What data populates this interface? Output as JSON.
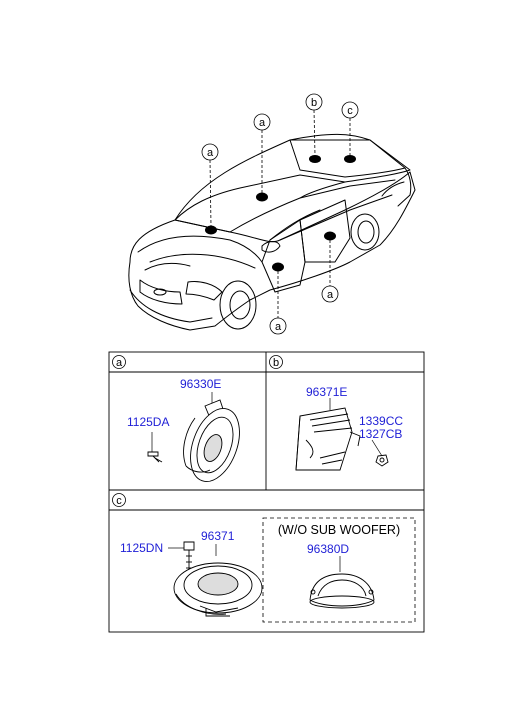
{
  "callouts": {
    "front_door_label": "a",
    "dash_label": "a",
    "rear_shelf_left_label": "b",
    "rear_shelf_right_label": "c",
    "rear_door_label": "a",
    "front_door_low_label": "a"
  },
  "sections": {
    "a": {
      "label": "a",
      "parts": {
        "speaker": "96330E",
        "screw": "1125DA"
      }
    },
    "b": {
      "label": "b",
      "parts": {
        "amp": "96371E",
        "nut1": "1339CC",
        "nut2": "1327CB"
      }
    },
    "c": {
      "label": "c",
      "parts": {
        "bolt": "1125DN",
        "woofer": "96371",
        "alt_speaker": "96380D"
      },
      "note": "(W/O SUB WOOFER)"
    }
  }
}
